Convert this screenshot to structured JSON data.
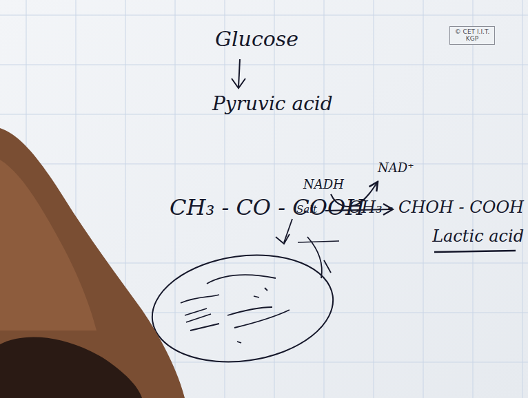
{
  "diagram": {
    "nodes": [
      {
        "text": [
          "© CET I.I.T. KGP"
        ]
      }
    ],
    "labels": [
      "Glucose",
      "Pyruvic acid",
      "CH₃ - CO - COOH",
      "NADH",
      "NAD⁺",
      "CH₃ - CHOH - COOH",
      "Lactic acid",
      "Salt"
    ]
  }
}
